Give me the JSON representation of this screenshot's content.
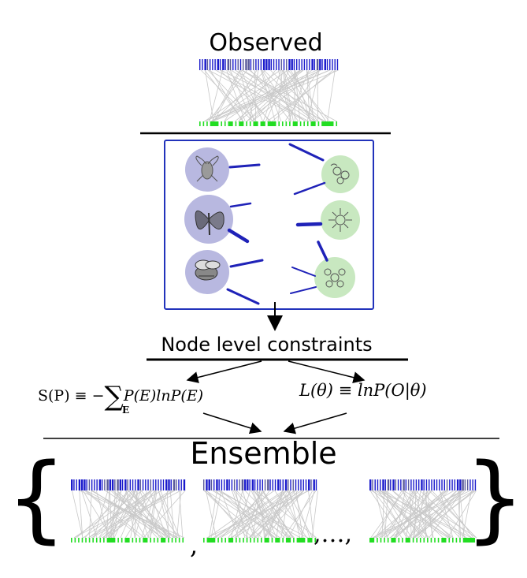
{
  "labels": {
    "observed": "Observed",
    "node_level_constraints": "Node level constraints",
    "ensemble": "Ensemble"
  },
  "formulas": {
    "entropy_lhs": "S(P) ≡ −",
    "entropy_sigma": "∑",
    "entropy_rhs": "P(E)lnP(E)",
    "entropy_sub": "E",
    "likelihood": "L(θ) ≡ lnP(O|θ)"
  },
  "separators": {
    "comma": ",",
    "dots": ",…,"
  },
  "braces": {
    "left": "{",
    "right": "}"
  },
  "icons": {
    "pollinators": [
      "fly-icon",
      "butterfly-icon",
      "bee-icon"
    ],
    "plants": [
      "flower-icon",
      "flower-icon",
      "flower-icon"
    ]
  },
  "colors": {
    "top_nodes": "#1a1acc",
    "bottom_nodes": "#22dd22",
    "links": "#c8c8c8",
    "box_border": "#2233bb",
    "pollinator_fill": "#b8b8e0",
    "plant_fill": "#c8e8c0",
    "stub_lines": "#1f22b8"
  }
}
